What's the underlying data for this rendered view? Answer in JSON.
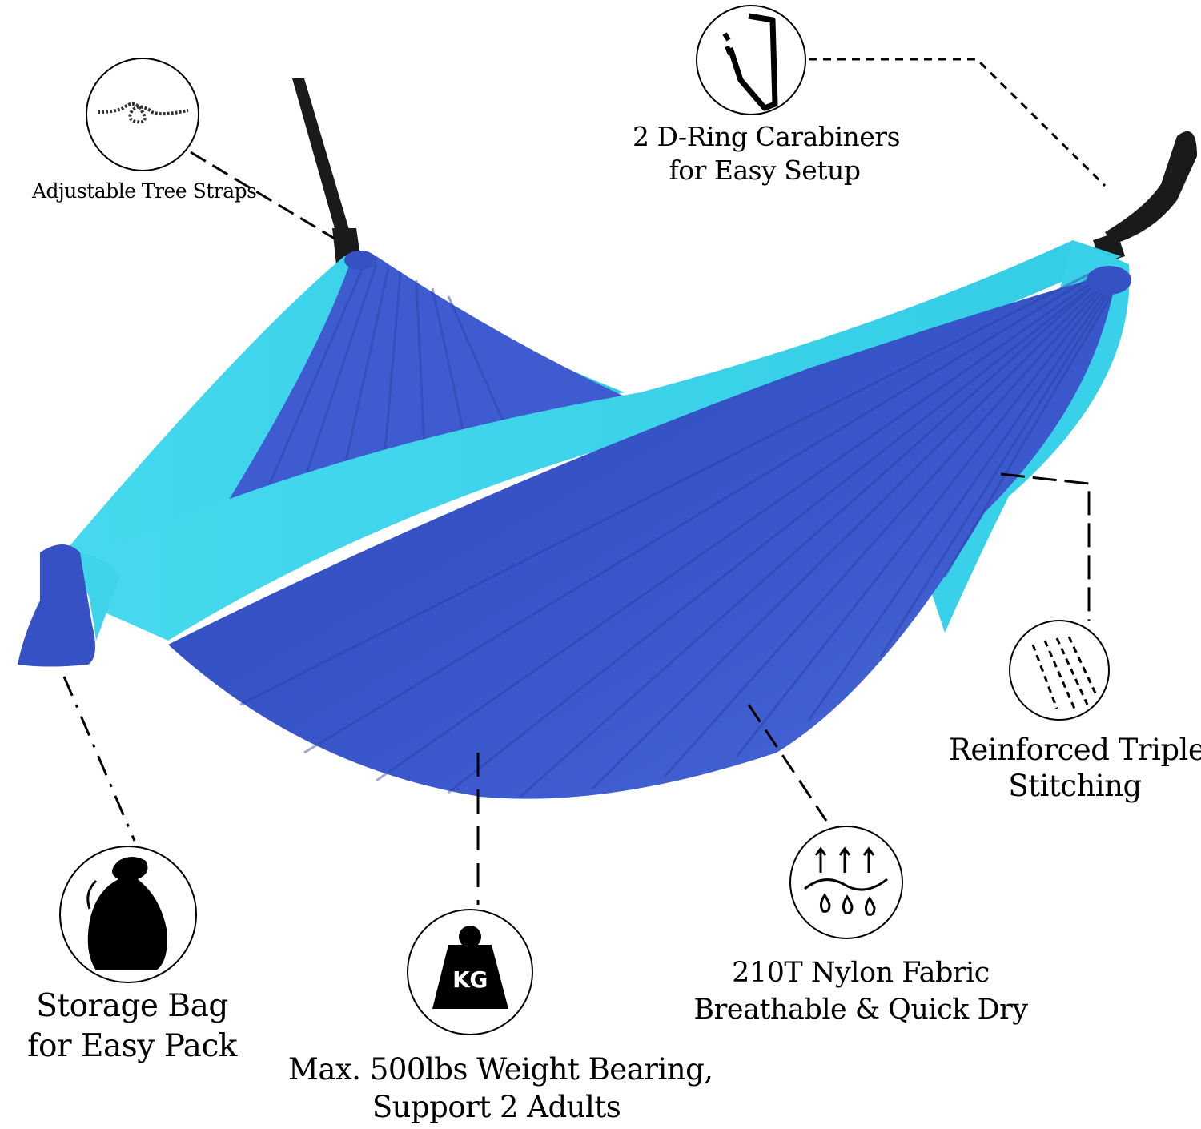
{
  "features": {
    "tree_straps": {
      "line1": "Adjustable Tree Straps"
    },
    "carabiners": {
      "line1": "2 D-Ring Carabiners",
      "line2": "for Easy Setup"
    },
    "stitching": {
      "line1": "Reinforced Triple",
      "line2": "Stitching"
    },
    "fabric": {
      "line1": "210T Nylon Fabric",
      "line2": "Breathable & Quick Dry"
    },
    "storage_bag": {
      "line1": "Storage Bag",
      "line2": "for Easy Pack"
    },
    "weight": {
      "line1": "Max. 500lbs Weight Bearing,",
      "line2": "Support 2 Adults",
      "badge": "KG"
    }
  },
  "colors": {
    "royal_blue": "#3551c4",
    "sky_blue": "#3fd4ec",
    "strap_black": "#1a1a1a"
  },
  "icons": [
    "rope-knot-icon",
    "carabiner-icon",
    "stitch-lines-icon",
    "breathable-fabric-icon",
    "storage-bag-icon",
    "kg-weight-icon"
  ]
}
